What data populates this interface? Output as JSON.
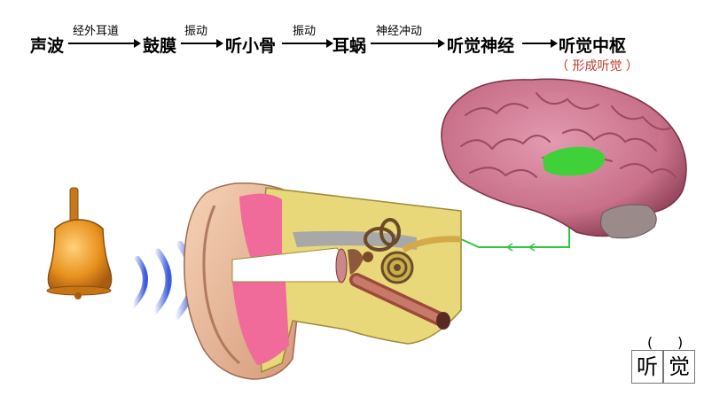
{
  "flow": {
    "nodes": [
      "声波",
      "鼓膜",
      "听小骨",
      "耳蜗",
      "听觉神经",
      "听觉中枢"
    ],
    "arrows": [
      "经外耳道",
      "振动",
      "振动",
      "神经冲动",
      ""
    ],
    "note": "（ 形成听觉 ）"
  },
  "corner": {
    "paren_left": "(",
    "paren_right": ")",
    "char1": "听",
    "char2": "觉"
  },
  "icons": [
    "bell-icon",
    "sound-wave-icon",
    "ear-cross-section-icon",
    "brain-icon"
  ],
  "colors": {
    "auditory_cortex": "#3fd03a",
    "nerve_line": "#2fc83a",
    "brain": "#c9708a",
    "bell": "#e8921e",
    "note": "#c0392b",
    "wave": "#3b5bdb"
  }
}
